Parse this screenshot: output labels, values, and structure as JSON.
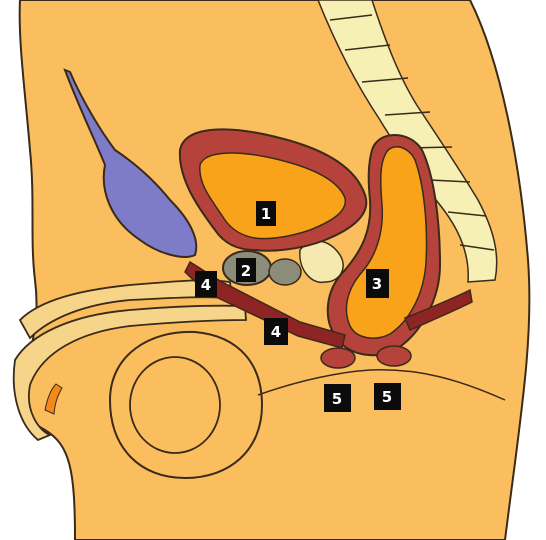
{
  "labels": {
    "bladder": "1",
    "prostate": "2",
    "rectum": "3",
    "urethra_upper": "4",
    "urethra_lower": "4",
    "sphincter_left": "5",
    "sphincter_right": "5"
  },
  "colors": {
    "skin": "#fbbe5e",
    "outline": "#3a2a1a",
    "muscle_wall": "#b5433c",
    "muscle_dark": "#8e2424",
    "organ_fill": "#f9a31b",
    "vessel_blue": "#7e7bc8",
    "spine": "#f6f0b5",
    "prostate_gray": "#8c8c7a",
    "gland_cream": "#f6e9b0",
    "label_bg": "#0b0b0b",
    "label_text": "#ffffff"
  }
}
